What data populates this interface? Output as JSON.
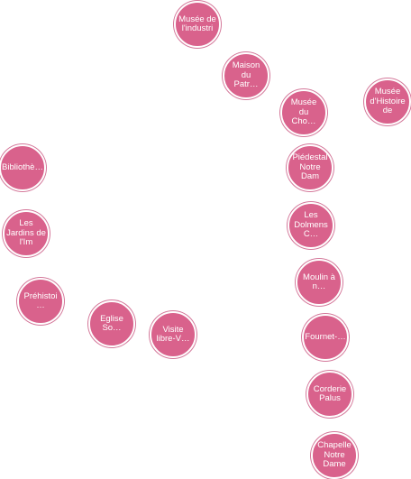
{
  "diagram": {
    "node_color": "#d9628c",
    "node_text_color": "#ffffff",
    "nodes": [
      {
        "id": "musee-industrie",
        "lines": [
          "Musée de",
          "l'industri"
        ]
      },
      {
        "id": "maison-patrimoine",
        "lines": [
          "Maison",
          "du",
          "Patr…"
        ]
      },
      {
        "id": "musee-chocolat",
        "lines": [
          "Musée",
          "du",
          "Cho…"
        ]
      },
      {
        "id": "musee-histoire",
        "lines": [
          "Musée",
          "d'Histoire",
          "de"
        ]
      },
      {
        "id": "bibliotheque",
        "lines": [
          "Bibliothè…"
        ]
      },
      {
        "id": "piedestal",
        "lines": [
          "Piédestal",
          "Notre",
          "Dam"
        ]
      },
      {
        "id": "jardins",
        "lines": [
          "Les",
          "Jardins de",
          "l'Im"
        ]
      },
      {
        "id": "dolmens",
        "lines": [
          "Les",
          "Dolmens",
          "C…"
        ]
      },
      {
        "id": "moulin",
        "lines": [
          "Moulin à",
          "n…"
        ]
      },
      {
        "id": "prehistoire",
        "lines": [
          "Préhistoi…"
        ]
      },
      {
        "id": "eglise",
        "lines": [
          "Eglise",
          "So…"
        ]
      },
      {
        "id": "visite-libre",
        "lines": [
          "Visite",
          "libre-V…"
        ]
      },
      {
        "id": "fournet",
        "lines": [
          "Fournet-…"
        ]
      },
      {
        "id": "corderie",
        "lines": [
          "Corderie",
          "Palus"
        ]
      },
      {
        "id": "chapelle",
        "lines": [
          "Chapelle",
          "Notre",
          "Dame"
        ]
      }
    ]
  }
}
